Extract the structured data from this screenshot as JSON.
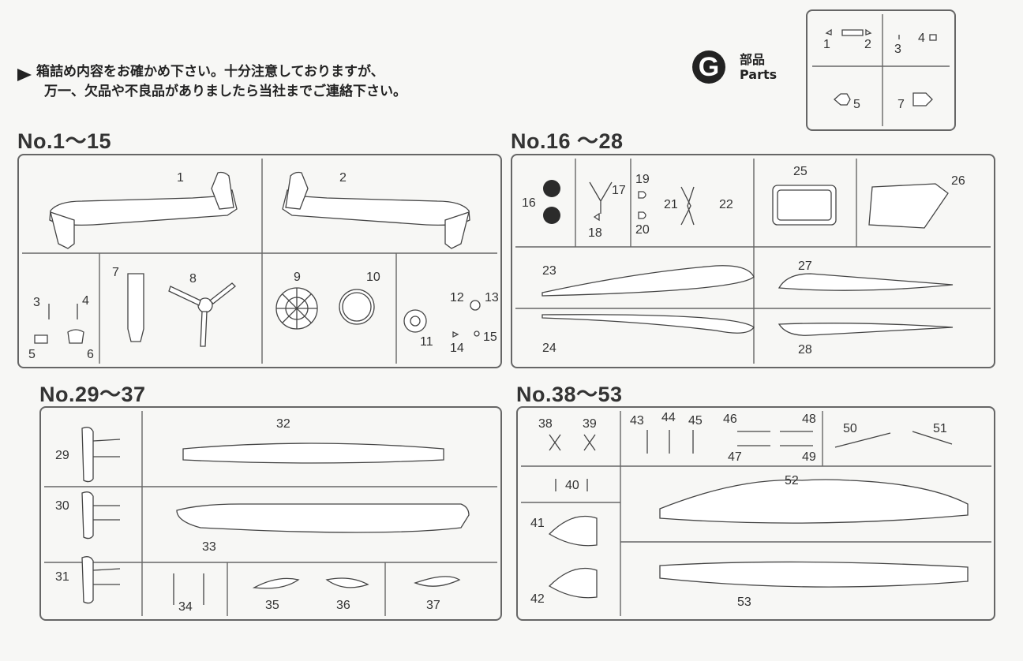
{
  "notice": {
    "line1": "箱詰め内容をお確かめ下さい。十分注意しておりますが、",
    "line2": "万一、欠品や不良品がありましたら当社までご連絡下さい。"
  },
  "badge": {
    "letter": "G",
    "label_jp": "部品",
    "label_en": "Parts"
  },
  "sections": {
    "s1": "No.1～15",
    "s2": "No.16 ～28",
    "s3": "No.29～37",
    "s4": "No.38～53"
  },
  "parts": {
    "p1": "1",
    "p2": "2",
    "p3": "3",
    "p4": "4",
    "p5": "5",
    "p6": "6",
    "p7": "7",
    "p8": "8",
    "p9": "9",
    "p10": "10",
    "p11": "11",
    "p12": "12",
    "p13": "13",
    "p14": "14",
    "p15": "15",
    "p16": "16",
    "p17": "17",
    "p18": "18",
    "p19": "19",
    "p20": "20",
    "p21": "21",
    "p22": "22",
    "p23": "23",
    "p24": "24",
    "p25": "25",
    "p26": "26",
    "p27": "27",
    "p28": "28",
    "p29": "29",
    "p30": "30",
    "p31": "31",
    "p32": "32",
    "p33": "33",
    "p34": "34",
    "p35": "35",
    "p36": "36",
    "p37": "37",
    "p38": "38",
    "p39": "39",
    "p40": "40",
    "p41": "41",
    "p42": "42",
    "p43": "43",
    "p44": "44",
    "p45": "45",
    "p46": "46",
    "p47": "47",
    "p48": "48",
    "p49": "49",
    "p50": "50",
    "p51": "51",
    "p52": "52",
    "p53": "53"
  },
  "g_parts": {
    "g1": "1",
    "g2": "2",
    "g3": "3",
    "g4": "4",
    "g5": "5",
    "g7": "7"
  }
}
